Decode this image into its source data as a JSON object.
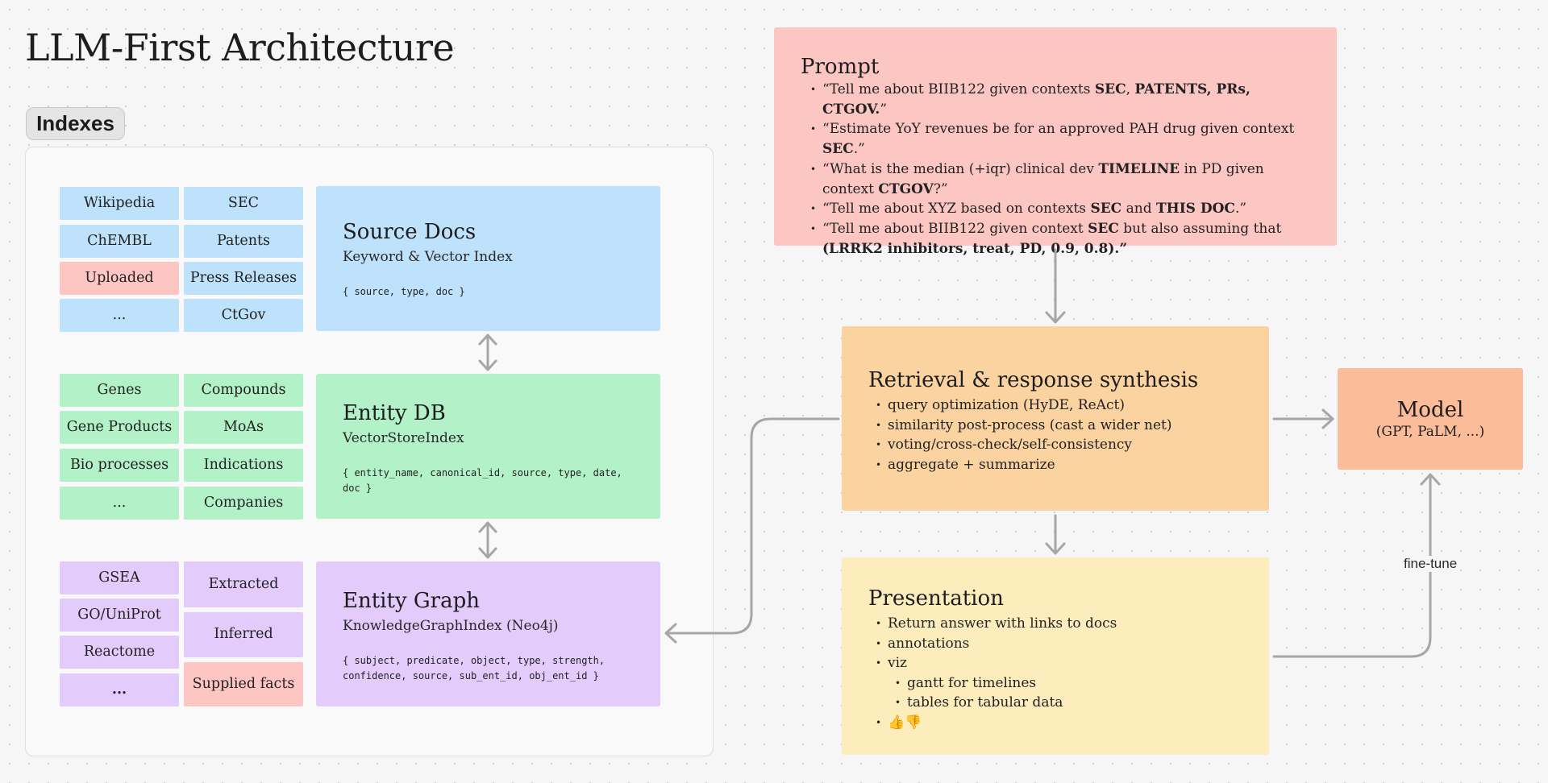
{
  "title": "LLM-First Architecture",
  "indexes_tag": "Indexes",
  "source_chips": {
    "left": [
      "Wikipedia",
      "ChEMBL",
      "Uploaded",
      "..."
    ],
    "right": [
      "SEC",
      "Patents",
      "Press Releases",
      "CtGov"
    ]
  },
  "entity_chips": {
    "left": [
      "Genes",
      "Gene Products",
      "Bio processes",
      "..."
    ],
    "right": [
      "Compounds",
      "MoAs",
      "Indications",
      "Companies"
    ]
  },
  "graph_chips": {
    "left": [
      "GSEA",
      "GO/UniProt",
      "Reactome",
      "..."
    ],
    "right": [
      "Extracted",
      "Inferred",
      "Supplied facts"
    ]
  },
  "source_docs": {
    "title": "Source Docs",
    "subtitle": "Keyword & Vector Index",
    "code": "{ source, type, doc }"
  },
  "entity_db": {
    "title": "Entity DB",
    "subtitle": "VectorStoreIndex",
    "code": "{ entity_name, canonical_id, source, type, date, doc }"
  },
  "entity_graph": {
    "title": "Entity Graph",
    "subtitle": "KnowledgeGraphIndex (Neo4j)",
    "code": "{ subject, predicate, object, type, strength, confidence, source, sub_ent_id, obj_ent_id }"
  },
  "prompt": {
    "title": "Prompt",
    "items": [
      [
        {
          "t": "“Tell me about BIIB122 given contexts "
        },
        {
          "t": "SEC",
          "b": true
        },
        {
          "t": ", "
        },
        {
          "t": "PATENTS, PRs, CTGOV.",
          "b": true
        },
        {
          "t": "”"
        }
      ],
      [
        {
          "t": "“Estimate YoY revenues be for an approved PAH drug given context "
        },
        {
          "t": "SEC",
          "b": true
        },
        {
          "t": ".”"
        }
      ],
      [
        {
          "t": "“What is the median (+iqr) clinical dev "
        },
        {
          "t": "TIMELINE",
          "b": true
        },
        {
          "t": " in PD given context "
        },
        {
          "t": "CTGOV",
          "b": true
        },
        {
          "t": "?”"
        }
      ],
      [
        {
          "t": "“Tell me about XYZ based on contexts "
        },
        {
          "t": "SEC",
          "b": true
        },
        {
          "t": " and "
        },
        {
          "t": "THIS DOC",
          "b": true
        },
        {
          "t": ".”"
        }
      ],
      [
        {
          "t": "“Tell me about BIIB122 given context "
        },
        {
          "t": "SEC",
          "b": true
        },
        {
          "t": " but also assuming that "
        },
        {
          "t": "(LRRK2 inhibitors, treat, PD, 0.9, 0.8).”",
          "b": true
        }
      ]
    ]
  },
  "retrieval": {
    "title": "Retrieval & response synthesis",
    "items": [
      "query optimization (HyDE, ReAct)",
      "similarity post-process (cast a wider net)",
      "voting/cross-check/self-consistency",
      "aggregate + summarize"
    ]
  },
  "presentation": {
    "title": "Presentation",
    "items": [
      "Return answer with links to docs",
      "annotations",
      "viz"
    ],
    "sub_items": [
      "gantt for timelines",
      "tables for tabular data"
    ],
    "emoji": "👍👎"
  },
  "model": {
    "title": "Model",
    "subtitle": "(GPT, PaLM, ...)"
  },
  "fine_tune_label": "fine-tune",
  "colors": {
    "blue": "#bee2fb",
    "green": "#b3f1c8",
    "purple": "#e3ccfb",
    "pink": "#fdc6c2",
    "prompt": "#fcc7c3",
    "retrieval": "#fad3a0",
    "presentation": "#fdedbc",
    "model": "#fbbc99",
    "arrow": "#a6a6a6"
  }
}
